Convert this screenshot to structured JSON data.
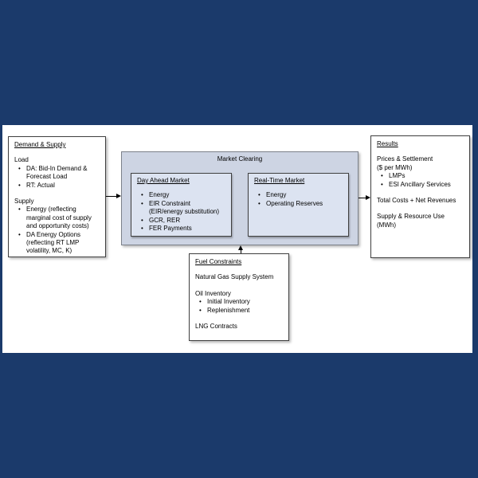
{
  "colors": {
    "background_navy": "#1b3a6b",
    "canvas_white": "#ffffff",
    "market_clearing_fill": "#cdd4e3",
    "inner_box_fill": "#dce3f1",
    "box_border": "#3f3f3f",
    "arrow": "#000000"
  },
  "demand_supply": {
    "title": "Demand & Supply",
    "load": {
      "heading": "Load",
      "items": [
        "DA: Bid-In Demand & Forecast Load",
        "RT: Actual"
      ]
    },
    "supply": {
      "heading": "Supply",
      "items": [
        "Energy (reflecting marginal cost of supply and opportunity costs)",
        "DA Energy Options (reflecting RT LMP volatility, MC, K)"
      ]
    }
  },
  "market_clearing": {
    "title": "Market Clearing",
    "day_ahead_market": {
      "title": "Day Ahead Market",
      "items": [
        "Energy",
        "EIR Constraint\n(EIR/energy  substitution)",
        "GCR, RER",
        "FER Payments"
      ]
    },
    "real_time_market": {
      "title": "Real-Time Market",
      "items": [
        "Energy",
        "Operating Reserves"
      ]
    }
  },
  "fuel_constraints": {
    "title": "Fuel Constraints",
    "natural_gas": "Natural Gas Supply System",
    "oil": {
      "heading": "Oil Inventory",
      "items": [
        "Initial Inventory",
        "Replenishment"
      ]
    },
    "lng": "LNG Contracts"
  },
  "results": {
    "title": "Results",
    "prices": {
      "heading": "Prices & Settlement\n($ per MWh)",
      "items": [
        "LMPs",
        "ESI Ancillary Services"
      ]
    },
    "total_costs": "Total Costs + Net Revenues",
    "supply_use": "Supply & Resource Use\n(MWh)"
  }
}
